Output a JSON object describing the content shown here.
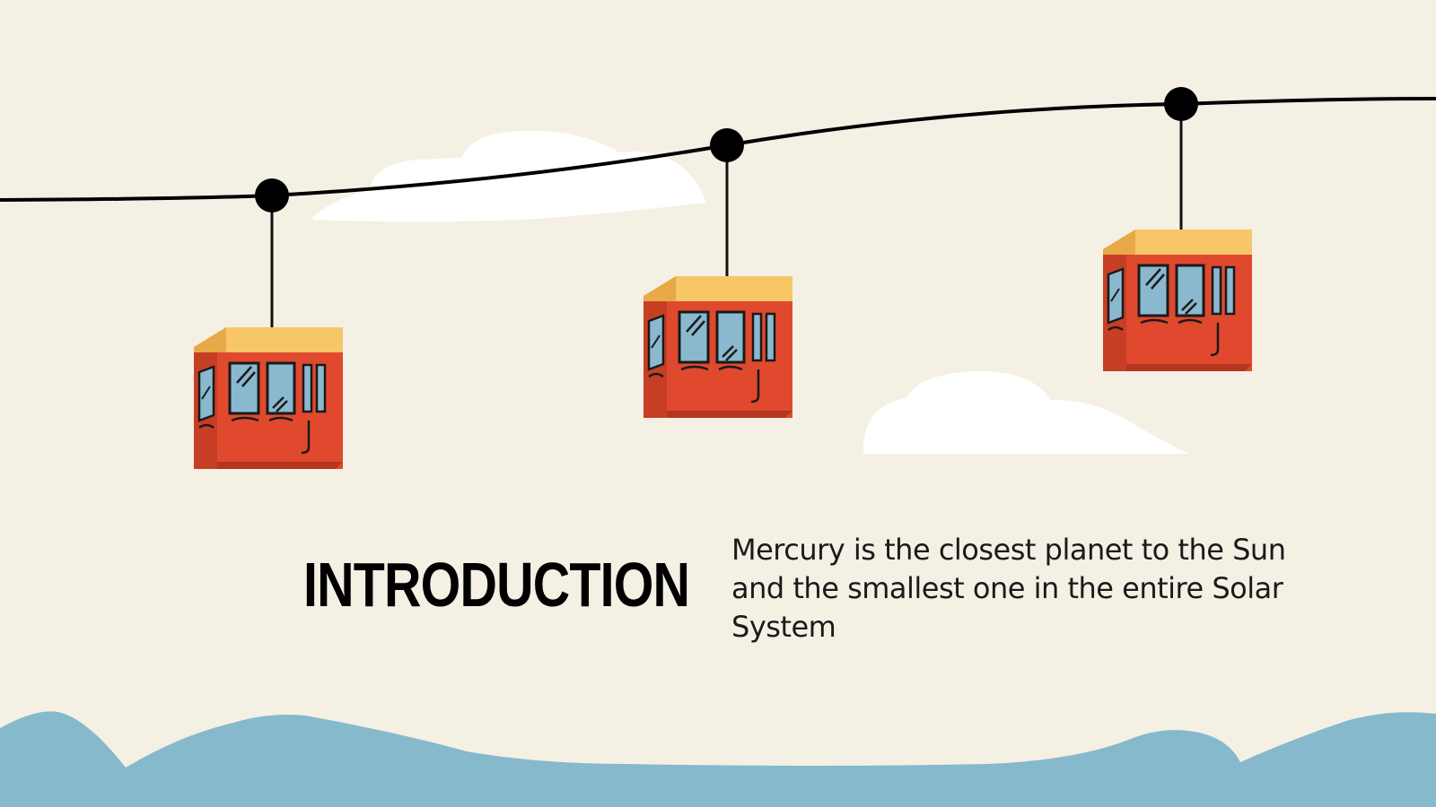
{
  "slide": {
    "title": "INTRODUCTION",
    "description": "Mercury is the closest planet to the Sun and the smallest one in the entire Solar System"
  },
  "colors": {
    "background": "#f5f0e4",
    "hills": "#86b9cc",
    "cabin_body": "#e0492e",
    "cabin_roof": "#f6c667",
    "cabin_window": "#8ab9cf",
    "cloud": "#ffffff",
    "cable": "#000000"
  },
  "icons": [
    "cable-car-icon",
    "cloud-icon",
    "hill-shape"
  ]
}
